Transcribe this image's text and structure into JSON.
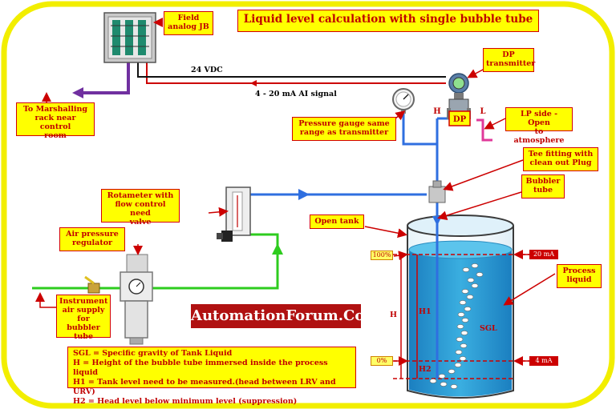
{
  "title": "Liquid level calculation with single bubble tube",
  "brand": "AutomationForum.Co",
  "labels": {
    "field_jb": "Field\nanalog JB",
    "dp_transmitter": "DP\ntransmitter",
    "lp_side": "LP side - Open\nto atmosphere",
    "marshalling": "To Marshalling\nrack near control\nroom",
    "pressure_gauge": "Pressure gauge same\nrange as transmitter",
    "tee_fitting": "Tee fitting with\nclean out Plug",
    "bubbler_tube": "Bubbler\ntube",
    "rotameter": "Rotameter with\nflow control need\nvalve",
    "open_tank": "Open tank",
    "air_regulator": "Air pressure\nregulator",
    "instrument_air": "Instrument\nair supply\nfor bubbler\ntube",
    "process_liquid": "Process\nliquid"
  },
  "signals": {
    "vdc": "24 VDC",
    "ai_signal": "4 - 20 mA AI signal"
  },
  "dp_tags": {
    "box": "DP",
    "high": "H",
    "low": "L"
  },
  "tank": {
    "pct_high": "100%",
    "pct_low": "0%",
    "ma_high": "20 mA",
    "ma_low": "4 mA",
    "h": "H",
    "h1": "H1",
    "h2": "H2",
    "sgl": "SGL"
  },
  "legend": [
    "SGL = Specific gravity of Tank Liquid",
    "H = Height of the bubble tube immersed inside the process liquid",
    "H1 = Tank level need to be measured.(head between LRV and URV)",
    "H2 = Head level below minimum level (suppression)"
  ],
  "colors": {
    "frame": "#f2ee00",
    "label_fill": "#ffff00",
    "label_border": "#d40000",
    "air_line": "#2ecc1e",
    "process_line": "#2f6fe0",
    "signal_line": "#cc0000",
    "marshalling_line": "#7030a0",
    "liquid": "#2a9bd4",
    "brand_bg": "#b01111"
  }
}
